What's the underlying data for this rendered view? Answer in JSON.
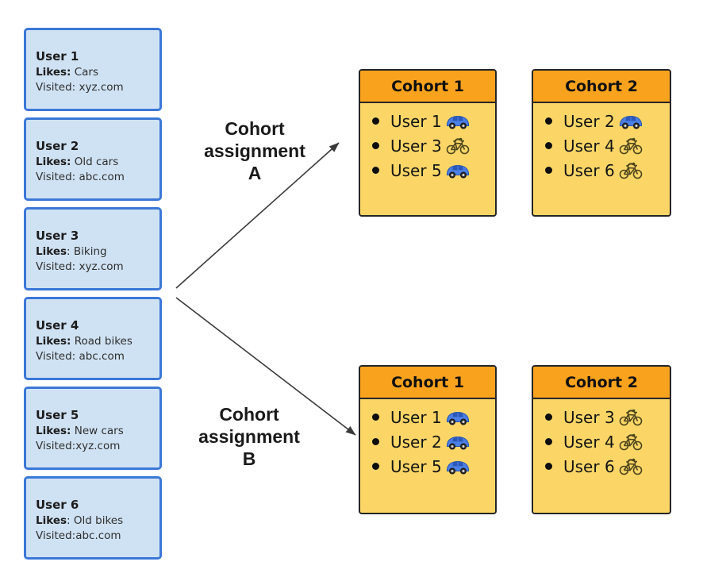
{
  "diagram": {
    "users": [
      {
        "title": "User 1",
        "likes_label": "Likes:",
        "likes_value": " Cars",
        "visited": "Visited: xyz.com"
      },
      {
        "title": "User 2",
        "likes_label": "Likes:",
        "likes_value": " Old cars",
        "visited": "Visited: abc.com"
      },
      {
        "title": "User 3",
        "likes_label": "Likes",
        "likes_value": ": Biking",
        "visited": "Visited: xyz.com"
      },
      {
        "title": "User 4",
        "likes_label": "Likes:",
        "likes_value": " Road bikes",
        "visited": "Visited: abc.com"
      },
      {
        "title": "User 5",
        "likes_label": "Likes:",
        "likes_value": " New cars",
        "visited": "Visited:xyz.com"
      },
      {
        "title": "User 6",
        "likes_label": "Likes",
        "likes_value": ": Old bikes",
        "visited": "Visited:abc.com"
      }
    ],
    "assignments": [
      {
        "name": "A",
        "label_lines": [
          "Cohort",
          "assignment",
          "A"
        ],
        "cohorts": [
          {
            "title": "Cohort 1",
            "members": [
              {
                "name": "User 1",
                "icon": "car-icon"
              },
              {
                "name": "User 3",
                "icon": "bike-icon"
              },
              {
                "name": "User 5",
                "icon": "car-icon"
              }
            ]
          },
          {
            "title": "Cohort 2",
            "members": [
              {
                "name": "User 2",
                "icon": "car-icon"
              },
              {
                "name": "User 4",
                "icon": "bike-icon"
              },
              {
                "name": "User 6",
                "icon": "bike-icon"
              }
            ]
          }
        ]
      },
      {
        "name": "B",
        "label_lines": [
          "Cohort",
          "assignment",
          "B"
        ],
        "cohorts": [
          {
            "title": "Cohort 1",
            "members": [
              {
                "name": "User 1",
                "icon": "car-icon"
              },
              {
                "name": "User 2",
                "icon": "car-icon"
              },
              {
                "name": "User 5",
                "icon": "car-icon"
              }
            ]
          },
          {
            "title": "Cohort 2",
            "members": [
              {
                "name": "User 3",
                "icon": "bike-icon"
              },
              {
                "name": "User 4",
                "icon": "bike-icon"
              },
              {
                "name": "User 6",
                "icon": "bike-icon"
              }
            ]
          }
        ]
      }
    ],
    "colors": {
      "user_card_fill": "#cfe2f3",
      "user_card_border": "#3b78d8",
      "cohort_header_fill": "#f9a21d",
      "cohort_body_fill": "#fbd667",
      "cohort_border": "#262626",
      "arrow": "#3a3a3a",
      "car_blue": "#4b7fe3",
      "bike_olive": "#4c451c"
    }
  }
}
